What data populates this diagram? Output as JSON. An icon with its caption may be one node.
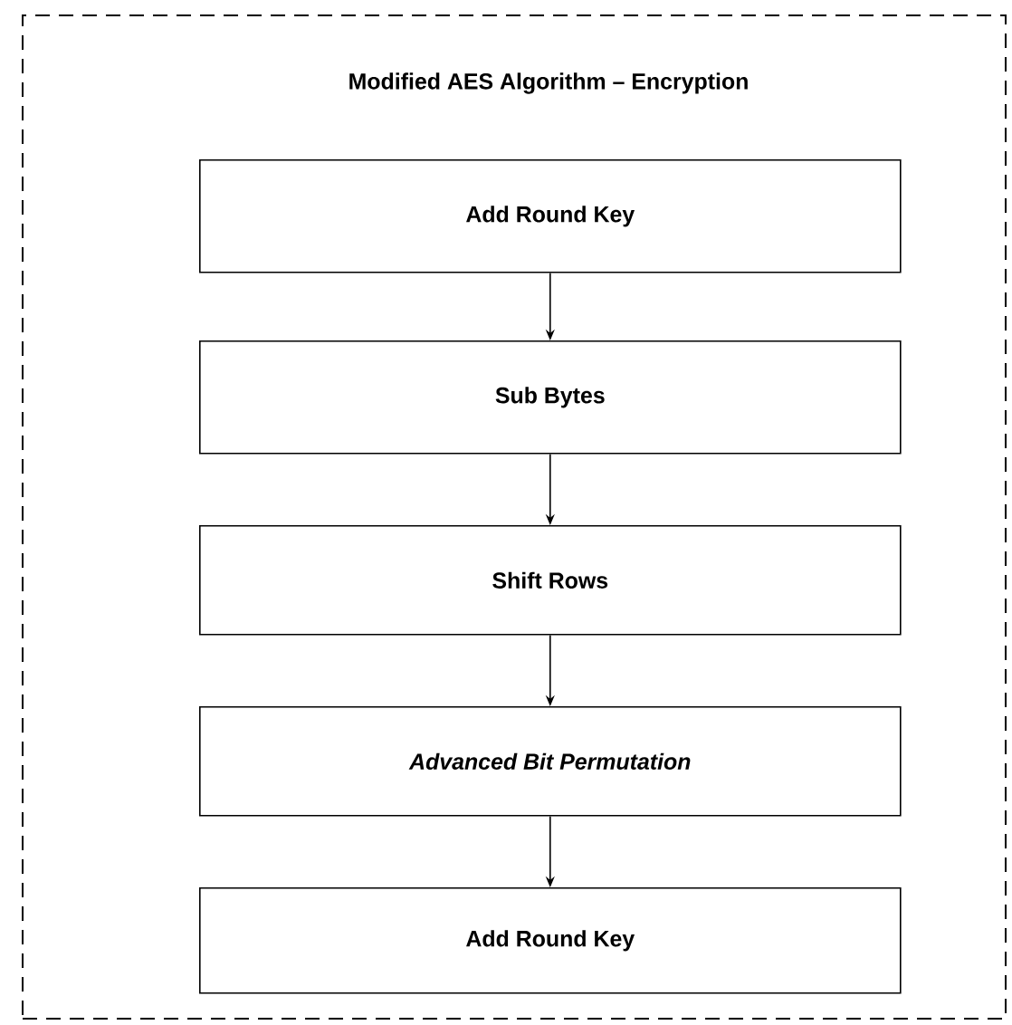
{
  "diagram": {
    "nodes": [
      {
        "text": [
          "Modified AES Algorithm – Encryption"
        ]
      },
      {
        "text": [
          "Add Round Key"
        ],
        "in": 0
      },
      {
        "text": [
          "Sub Bytes"
        ],
        "in": 0
      },
      {
        "text": [
          "Shift Rows"
        ],
        "in": 0
      },
      {
        "text": [
          "Advanced Bit Permutation"
        ],
        "in": 0
      },
      {
        "text": [
          "Add Round Key"
        ],
        "in": 0
      }
    ],
    "edges": [
      {
        "from": 1,
        "to": 2,
        "arrow": "to"
      },
      {
        "from": 2,
        "to": 3,
        "arrow": "to"
      },
      {
        "from": 3,
        "to": 4,
        "arrow": "to"
      },
      {
        "from": 4,
        "to": 5,
        "arrow": "to"
      }
    ]
  }
}
